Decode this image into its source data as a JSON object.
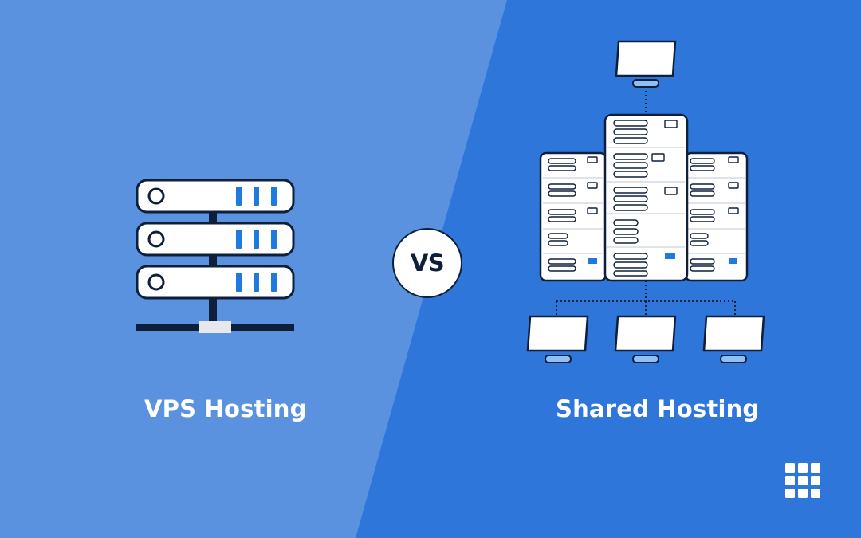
{
  "left_panel": {
    "title": "VPS Hosting",
    "icon": "server-rack-icon"
  },
  "right_panel": {
    "title": "Shared Hosting",
    "icon": "shared-server-network-icon"
  },
  "divider_badge": {
    "text": "VS"
  },
  "brand": {
    "icon": "grid-logo-icon"
  },
  "colors": {
    "left_background": "#5b92e0",
    "right_background": "#2f76db",
    "outline": "#0d1f3a",
    "accent": "#1f7ae0",
    "text": "#ffffff"
  }
}
